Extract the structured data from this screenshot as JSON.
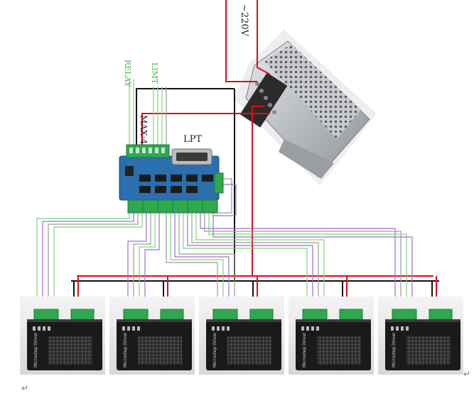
{
  "labels": {
    "voltage": "~220V",
    "relay": "RELAY",
    "limit": "LIMT",
    "max": "MAX:45V",
    "lpt": "LPT"
  },
  "driver_text": {
    "brand": "Microstep Driver"
  },
  "driver_count": 5,
  "colors": {
    "power_positive": "#d8101a",
    "power_negative": "#111111",
    "signal_green": "#7ed37e",
    "signal_purple": "#9b6fd0",
    "signal_gray": "#9a9a9a",
    "board_blue": "#2a6fae",
    "terminal_green": "#2fa84f",
    "driver_black": "#1a1a1a",
    "psu_silver": "#b9bcc0"
  },
  "marks": {
    "return": "↵"
  }
}
